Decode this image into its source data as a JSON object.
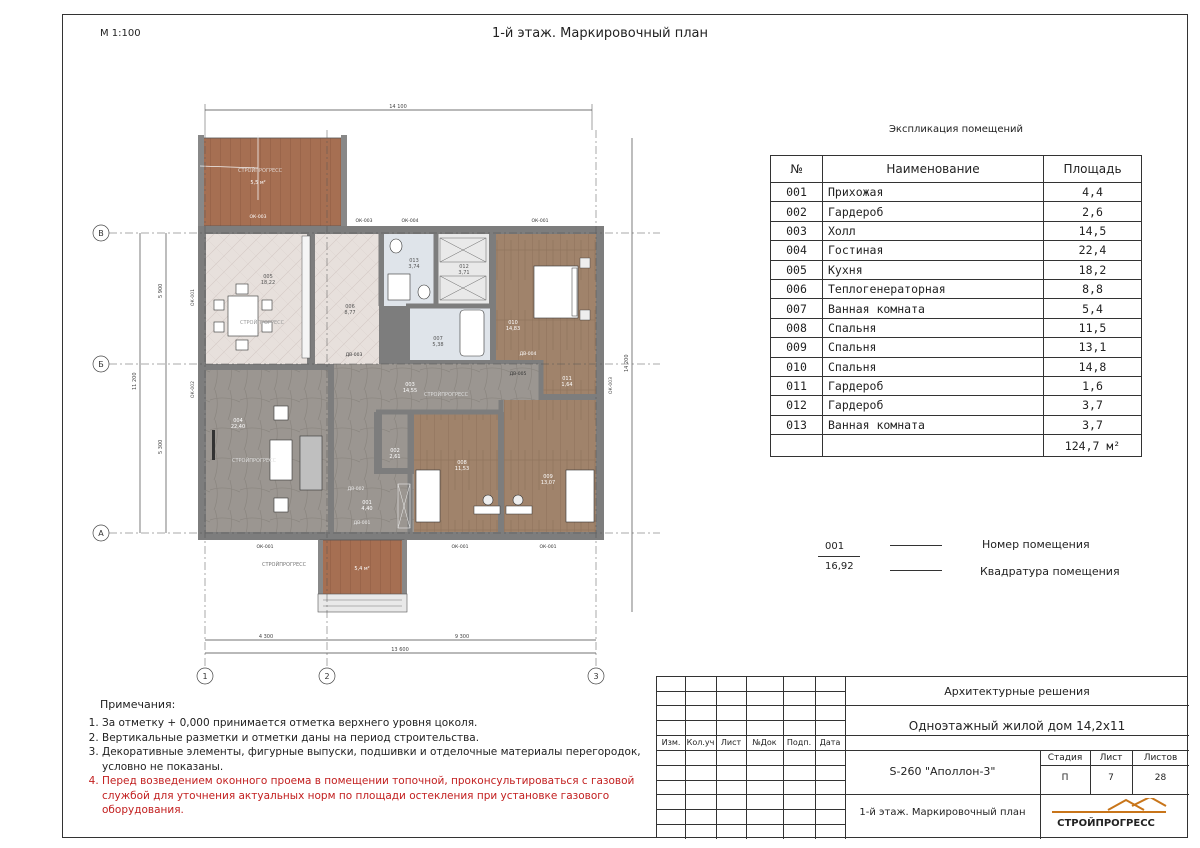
{
  "header": {
    "scale": "М 1:100",
    "title": "1-й этаж. Маркировочный план"
  },
  "explication": {
    "title": "Экспликация помещений",
    "col_no": "№",
    "col_name": "Наименование",
    "col_area": "Площадь",
    "rows": [
      {
        "no": "001",
        "name": "Прихожая",
        "area": "4,4"
      },
      {
        "no": "002",
        "name": "Гардероб",
        "area": "2,6"
      },
      {
        "no": "003",
        "name": "Холл",
        "area": "14,5"
      },
      {
        "no": "004",
        "name": "Гостиная",
        "area": "22,4"
      },
      {
        "no": "005",
        "name": "Кухня",
        "area": "18,2"
      },
      {
        "no": "006",
        "name": "Теплогенераторная",
        "area": "8,8"
      },
      {
        "no": "007",
        "name": "Ванная комната",
        "area": "5,4"
      },
      {
        "no": "008",
        "name": "Спальня",
        "area": "11,5"
      },
      {
        "no": "009",
        "name": "Спальня",
        "area": "13,1"
      },
      {
        "no": "010",
        "name": "Спальня",
        "area": "14,8"
      },
      {
        "no": "011",
        "name": "Гардероб",
        "area": "1,6"
      },
      {
        "no": "012",
        "name": "Гардероб",
        "area": "3,7"
      },
      {
        "no": "013",
        "name": "Ванная комната",
        "area": "3,7"
      }
    ],
    "total": "124,7 м²"
  },
  "legend": {
    "number_sample": "001",
    "area_sample": "16,92",
    "number_label": "Номер помещения",
    "area_label": "Квадратура помещения"
  },
  "plan": {
    "axes": {
      "a": "А",
      "b": "Б",
      "v": "В",
      "n1": "1",
      "n2": "2",
      "n3": "3"
    },
    "dims": {
      "top": "14 100",
      "bottom_left": "4 300",
      "bottom_right": "9 300",
      "bottom_total": "13 600",
      "left_upper": "5 900",
      "left_lower": "5 300",
      "left_total": "11 200",
      "right_total": "14 200"
    },
    "windows": {
      "ok001": "ОК-001",
      "ok002": "ОК-002",
      "ok003": "ОК-003",
      "ok004": "ОК-004"
    },
    "doors": {
      "dv001": "ДВ-001",
      "dv002": "ДВ-002",
      "dv003": "ДВ-003",
      "dv004": "ДВ-004",
      "dv005": "ДВ-005"
    },
    "rooms": {
      "r001": "001\n4,40",
      "r002": "002\n2,61",
      "r003": "003\n14,55",
      "r004": "004\n22,40",
      "r005": "005\n18,22",
      "r006": "006\n8,77",
      "r007": "007\n5,38",
      "r008": "008\n11,53",
      "r009": "009\n13,07",
      "r010": "010\n14,83",
      "r011": "011\n1,64",
      "r012": "012\n3,71",
      "r013": "013\n3,74"
    },
    "terrace_top": "5,5 м²",
    "terrace_bottom": "5,4 м²",
    "watermark": "СТРОЙПРОГРЕСС"
  },
  "notes": {
    "title": "Примечания:",
    "items": [
      "За отметку + 0,000 принимается отметка верхнего уровня цоколя.",
      "Вертикальные разметки и отметки даны на период строительства.",
      "Декоративные элементы, фигурные выпуски, подшивки и отделочные материалы перегородок, условно не показаны.",
      "Перед возведением оконного проема в помещении топочной, проконсультироваться с газовой службой для уточнения актуальных норм по площади остекления при установке газового оборудования."
    ]
  },
  "stamp": {
    "cols": [
      "Изм.",
      "Кол.уч",
      "Лист",
      "№Док",
      "Подп.",
      "Дата"
    ],
    "section": "Архитектурные решения",
    "project": "Одноэтажный жилой дом 14,2х11",
    "code": "S-260 \"Аполлон-3\"",
    "stage_label": "Стадия",
    "sheet_label": "Лист",
    "sheets_label": "Листов",
    "stage": "П",
    "sheet": "7",
    "sheets": "28",
    "drawing": "1-й этаж. Маркировочный план",
    "company": "СТРОЙПРОГРЕСС"
  }
}
